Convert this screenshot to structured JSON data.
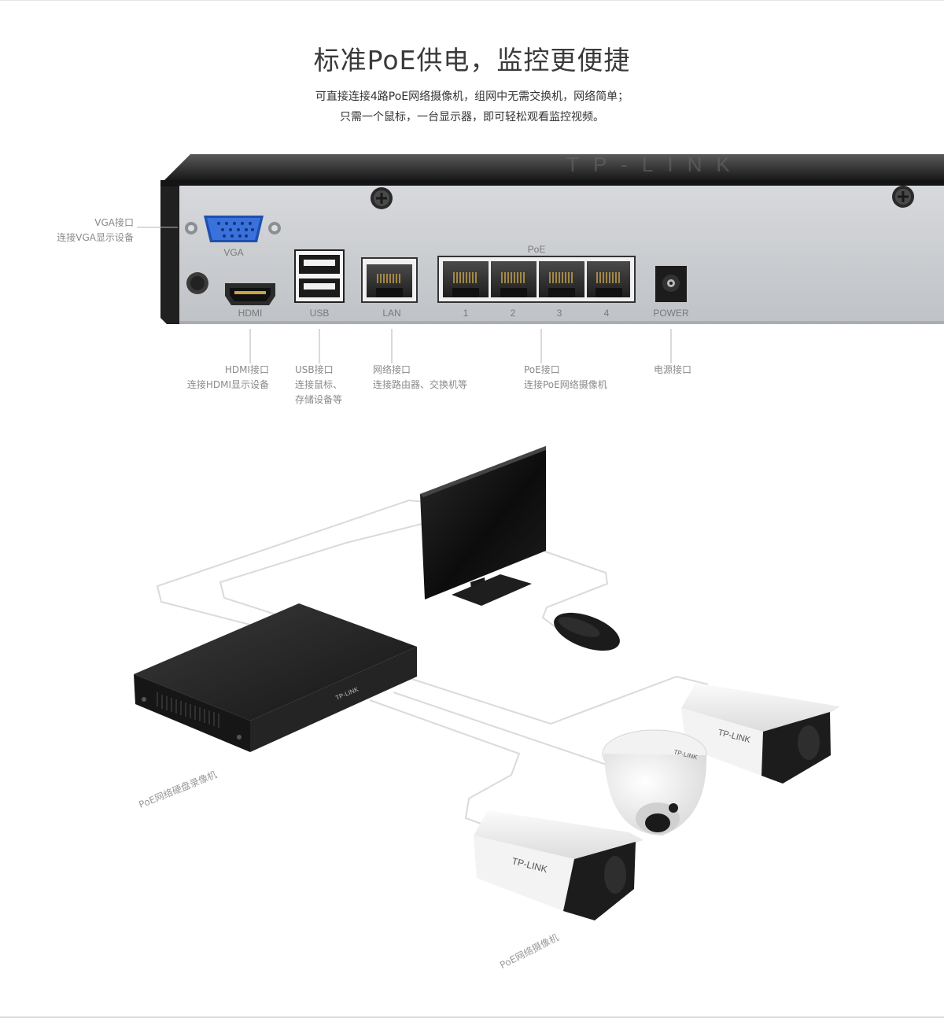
{
  "header": {
    "title": "标准PoE供电，监控更便捷",
    "subtitle_line1": "可直接连接4路PoE网络摄像机，组网中无需交换机，网络简单；",
    "subtitle_line2": "只需一个鼠标，一台显示器，即可轻松观看监控视频。"
  },
  "panel": {
    "brand_logo": "TP-LINK",
    "port_labels": {
      "vga": "VGA",
      "hdmi": "HDMI",
      "usb": "USB",
      "lan": "LAN",
      "poe_group": "PoE",
      "poe_1": "1",
      "poe_2": "2",
      "poe_3": "3",
      "poe_4": "4",
      "power": "POWER"
    }
  },
  "annotations": {
    "vga": {
      "title": "VGA接口",
      "desc": "连接VGA显示设备"
    },
    "hdmi": {
      "title": "HDMI接口",
      "desc": "连接HDMI显示设备"
    },
    "usb": {
      "title": "USB接口",
      "desc": "连接鼠标、",
      "desc2": "存储设备等"
    },
    "lan": {
      "title": "网络接口",
      "desc": "连接路由器、交换机等"
    },
    "poe": {
      "title": "PoE接口",
      "desc": "连接PoE网络摄像机"
    },
    "power": {
      "title": "电源接口"
    }
  },
  "diagram": {
    "nvr_caption": "PoE网络硬盘录像机",
    "camera_caption": "PoE网络摄像机",
    "nvr_logo": "TP-LINK",
    "camera_logo": "TP-LINK"
  },
  "colors": {
    "chassis_dark": "#1c1c1c",
    "panel_silver": "#c8cacd",
    "vga_blue": "#2e62c9",
    "cable_gray": "#dadada",
    "camera_white": "#f2f2f2"
  }
}
